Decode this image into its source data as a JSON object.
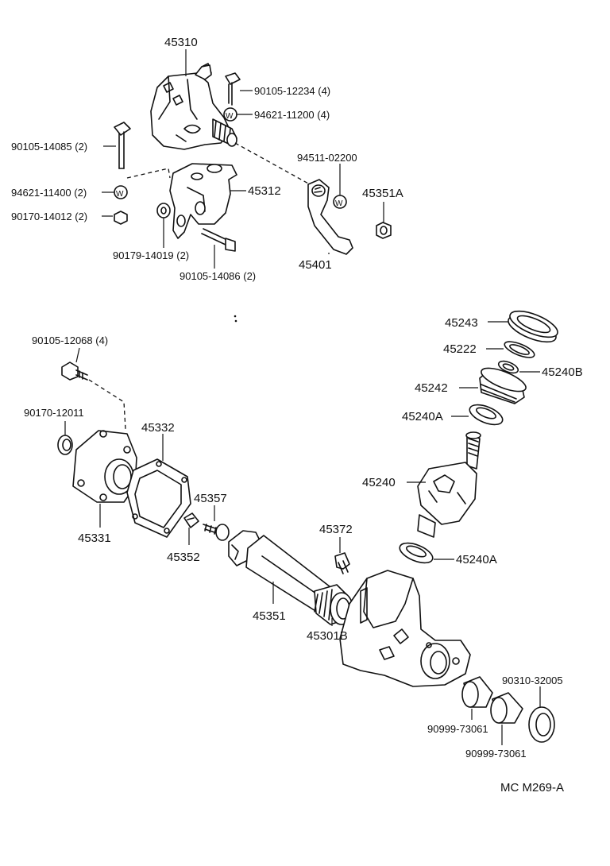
{
  "labels": {
    "p45310": "45310",
    "p90105_12234": "90105-12234 (4)",
    "p94621_11200": "94621-11200 (4)",
    "p90105_14085": "90105-14085 (2)",
    "p94511_02200": "94511-02200",
    "p94621_11400": "94621-11400 (2)",
    "p45312": "45312",
    "p45351A": "45351A",
    "p90170_14012": "90170-14012 (2)",
    "p90179_14019": "90179-14019 (2)",
    "p45401": "45401",
    "p90105_14086": "90105-14086 (2)",
    "p45243": "45243",
    "p90105_12068": "90105-12068 (4)",
    "p45222": "45222",
    "p45240B": "45240B",
    "p45242": "45242",
    "p90170_12011": "90170-12011",
    "p45332": "45332",
    "p45240A_top": "45240A",
    "p45240": "45240",
    "p45357": "45357",
    "p45331": "45331",
    "p45372": "45372",
    "p45352": "45352",
    "p45240A_bottom": "45240A",
    "p45351": "45351",
    "p45301B": "45301B",
    "p90310_32005": "90310-32005",
    "p90999_73061_a": "90999-73061",
    "p90999_73061_b": "90999-73061",
    "figure_code": "MC M269-A"
  },
  "washer_mark": "W"
}
